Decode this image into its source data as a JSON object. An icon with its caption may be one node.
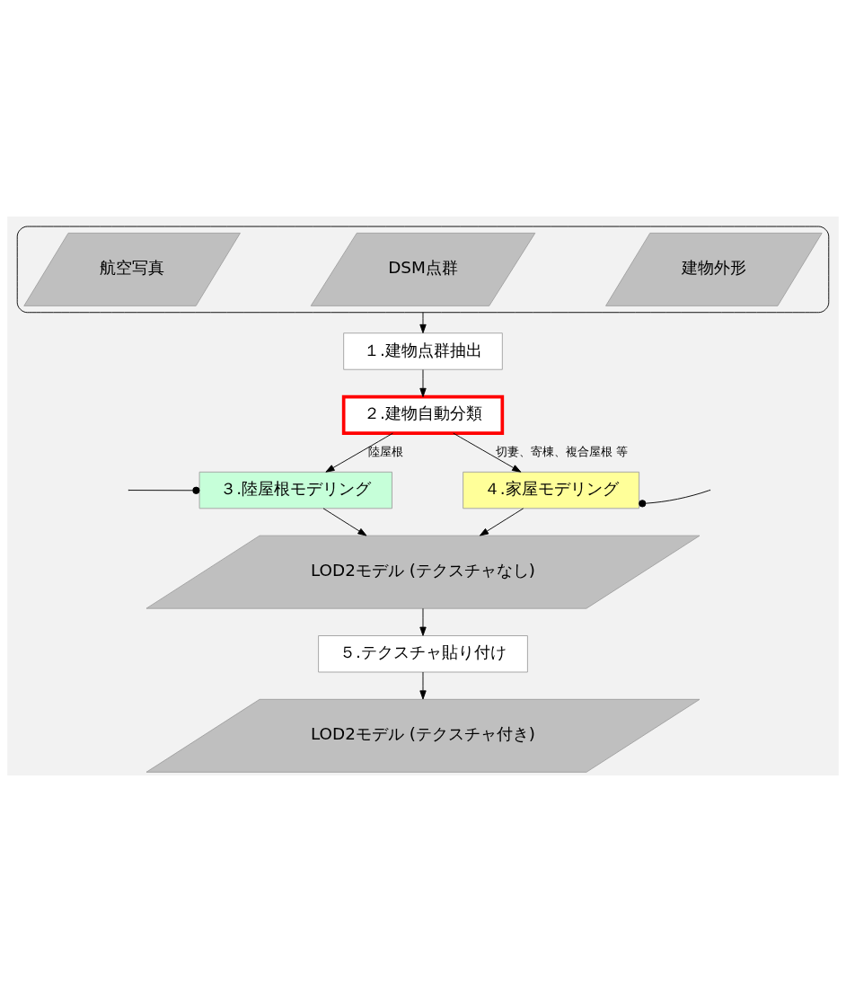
{
  "diagram": {
    "nodes": [
      {
        "text": [],
        "shape": "box"
      },
      {
        "text": [
          "航空写真"
        ],
        "in": 0
      },
      {
        "text": [
          "DSM点群"
        ],
        "in": 0
      },
      {
        "text": [
          "建物外形"
        ],
        "in": 0
      },
      {
        "text": [
          "１.建物点群抽出"
        ]
      },
      {
        "text": [
          "２.建物自動分類"
        ]
      },
      {
        "text": [
          "３.陸屋根モデリング"
        ]
      },
      {
        "text": [
          "４.家屋モデリング"
        ]
      },
      {
        "text": [
          "LOD2モデル (テクスチャなし)"
        ]
      },
      {
        "text": [
          "５.テクスチャ貼り付け"
        ]
      },
      {
        "text": [
          "LOD2モデル (テクスチャ付き)"
        ]
      }
    ],
    "edges": [
      {
        "from": 0,
        "to": 4,
        "arrow": "to"
      },
      {
        "from": 4,
        "to": 5,
        "arrow": "to"
      },
      {
        "from": 5,
        "to": 6,
        "arrow": "to",
        "label": "陸屋根"
      },
      {
        "from": 5,
        "to": 7,
        "arrow": "to",
        "label": "切妻、寄棟、複合屋根 等"
      },
      {
        "from": 6,
        "to": 8,
        "arrow": "to"
      },
      {
        "from": 7,
        "to": 8,
        "arrow": "to"
      },
      {
        "from": 8,
        "to": 9,
        "arrow": "to"
      },
      {
        "from": 9,
        "to": 10,
        "arrow": "to"
      },
      {
        "from": null,
        "to": 6,
        "arrow": "other"
      },
      {
        "from": 7,
        "to": null,
        "arrow": "other"
      }
    ]
  }
}
